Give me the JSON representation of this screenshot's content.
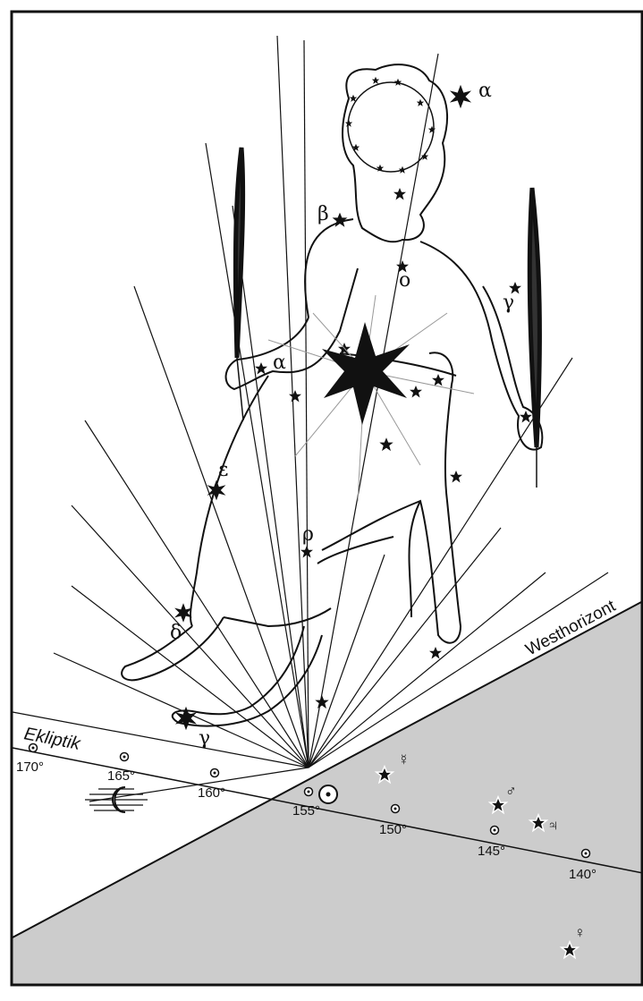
{
  "labels": {
    "horizon": "Westhorizont",
    "ecliptic": "Ekliptik"
  },
  "degree_marks": [
    "170°",
    "165°",
    "160°",
    "155°",
    "150°",
    "145°",
    "140°"
  ],
  "star_labels": {
    "alpha_head": "α",
    "beta": "β",
    "omicron": "o",
    "gamma_right": "γ",
    "alpha_hand": "α",
    "epsilon": "ε",
    "rho": "ρ",
    "delta": "δ",
    "gamma_foot": "γ"
  },
  "planet_symbols": {
    "mercury": "☿",
    "mars": "♂",
    "jupiter": "♃",
    "venus": "♀"
  },
  "colors": {
    "ink": "#111111",
    "ground": "#cccccc",
    "paper": "#ffffff"
  },
  "icons": [
    "sun-icon",
    "moon-icon",
    "star-icon",
    "wheat-ear-icon"
  ]
}
